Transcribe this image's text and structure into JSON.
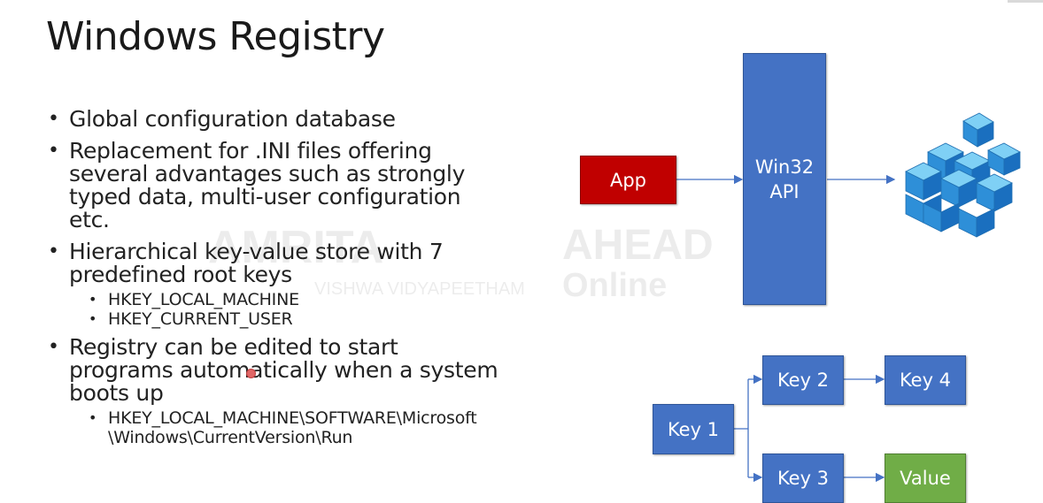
{
  "slide": {
    "title": "Windows Registry",
    "bullets": [
      {
        "text": "Global configuration database"
      },
      {
        "text": "Replacement for .INI files offering several advantages such as strongly typed data, multi-user configuration etc."
      },
      {
        "text": "Hierarchical key-value store with 7 predefined root keys",
        "subitems": [
          "HKEY_LOCAL_MACHINE",
          "HKEY_CURRENT_USER"
        ]
      },
      {
        "text": "Registry can be edited to start programs automatically when a system boots up",
        "subitems": [
          "HKEY_LOCAL_MACHINE\\SOFTWARE\\Microsoft\\Windows\\CurrentVersion\\Run"
        ]
      }
    ]
  },
  "diagram": {
    "app_label": "App",
    "api_label": "Win32 API",
    "key1": "Key 1",
    "key2": "Key 2",
    "key3": "Key 3",
    "key4": "Key 4",
    "value": "Value"
  },
  "watermark": {
    "line1": "AMRITA",
    "line2": "VISHWA VIDYAPEETHAM",
    "line3": "AHEAD",
    "line4": "Online"
  },
  "icons": {
    "registry": "registry-cubes-icon"
  },
  "colors": {
    "blue_box": "#4472c4",
    "red_box": "#c00000",
    "green_box": "#70ad47",
    "arrow": "#4472c4"
  }
}
